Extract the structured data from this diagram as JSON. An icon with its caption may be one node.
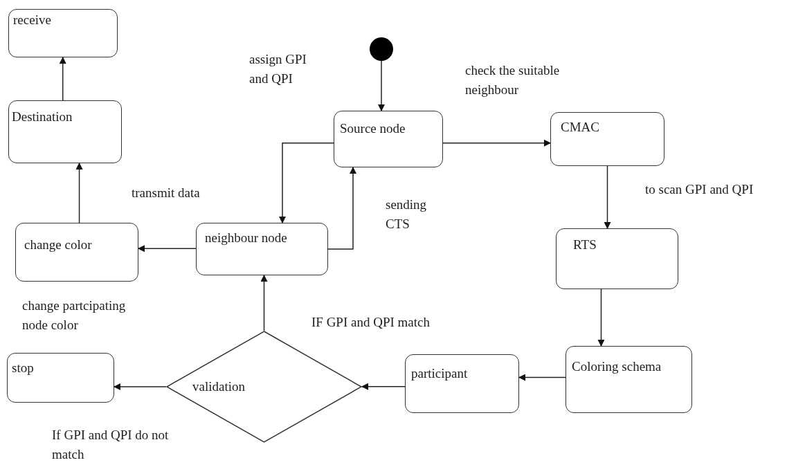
{
  "diagram": {
    "nodes": [
      {
        "text": [],
        "shape": "circle"
      },
      {
        "text": [
          "Source node"
        ]
      },
      {
        "text": [
          "CMAC"
        ]
      },
      {
        "text": [
          "RTS"
        ]
      },
      {
        "text": [
          "Coloring schema"
        ]
      },
      {
        "text": [
          "participant"
        ]
      },
      {
        "text": [
          "validation"
        ]
      },
      {
        "text": [
          "neighbour node"
        ]
      },
      {
        "text": [
          "change color"
        ]
      },
      {
        "text": [
          "stop"
        ]
      },
      {
        "text": [
          "Destination"
        ]
      },
      {
        "text": [
          "receive"
        ]
      }
    ],
    "edges": [
      {
        "from": 0,
        "to": 1,
        "arrow": "to"
      },
      {
        "from": 1,
        "to": 2,
        "arrow": "to"
      },
      {
        "from": 2,
        "to": 3,
        "arrow": "to"
      },
      {
        "from": 3,
        "to": 4,
        "arrow": "to"
      },
      {
        "from": 4,
        "to": 5,
        "arrow": "to"
      },
      {
        "from": 5,
        "to": 6,
        "arrow": "to"
      },
      {
        "from": 6,
        "to": 9,
        "arrow": "to"
      },
      {
        "from": 6,
        "to": 7,
        "arrow": "to"
      },
      {
        "from": 7,
        "to": 8,
        "arrow": "to"
      },
      {
        "from": 8,
        "to": 10,
        "arrow": "to"
      },
      {
        "from": 10,
        "to": 11,
        "arrow": "to"
      },
      {
        "from": 1,
        "to": 7,
        "arrow": "to"
      },
      {
        "from": 7,
        "to": 1,
        "arrow": "to"
      }
    ],
    "labels": [
      "assign GPI and QPI",
      "check the suitable neighbour",
      "to scan GPI and QPI",
      "transmit data",
      "sending CTS",
      "change partcipating node color",
      "IF GPI and QPI match",
      "If GPI and QPI do not match"
    ]
  }
}
